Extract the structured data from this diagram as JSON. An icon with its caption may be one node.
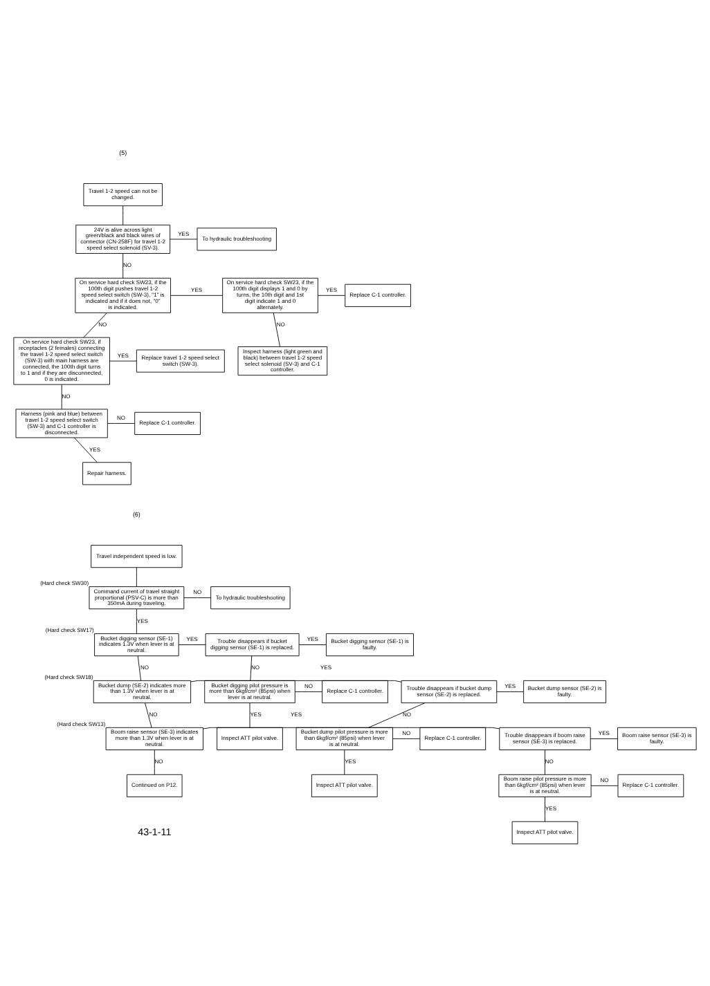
{
  "diagram": {
    "nodes": [
      {
        "text": [
          "Travel 1-2 speed can not be changed."
        ]
      },
      {
        "text": [
          "24V is alive across light green/black and black wires of connector (CN-258F) for travel 1-2 speed select solenoid (SV-3)."
        ]
      },
      {
        "text": [
          "To hydraulic troubleshooting"
        ]
      },
      {
        "text": [
          "On service hard check SW23, if the 100th digit pushes travel 1-2 speed select switch (SW-3), \"1\" is indicated and if it does not, \"0\" is indicated."
        ]
      },
      {
        "text": [
          "On service hard check SW23, if the 100th digit displays 1 and 0 by turns, the 10th digit and 1st digit indicate 1 and 0 alternately."
        ]
      },
      {
        "text": [
          "Replace C-1 controller."
        ]
      },
      {
        "text": [
          "Inspect harness (light green and black) between travel 1-2 speed select solenoid (SV-3) and C-1 controller."
        ]
      },
      {
        "text": [
          "On service hard check SW23, if receptacles (2 females) connecting the travel 1-2 speed select switch (SW-3) with main harness are connected, the 100th digit turns to 1 and if they are disconnected, 0 is indicated."
        ]
      },
      {
        "text": [
          "Replace travel 1-2 speed select switch (SW-3)."
        ]
      },
      {
        "text": [
          "Harness (pink and blue) between travel 1-2 speed select switch (SW-3) and C-1 controller is disconnected."
        ]
      },
      {
        "text": [
          "Replace C-1 controller."
        ]
      },
      {
        "text": [
          "Repair harness."
        ]
      },
      {
        "text": [
          "Travel independent speed is low."
        ]
      },
      {
        "text": [
          "Command current of travel straight proportional (PSV-C) is more than 350mA during traveling."
        ],
        "beside": [
          "(Hard check SW30)"
        ]
      },
      {
        "text": [
          "To hydraulic troubleshooting"
        ]
      },
      {
        "text": [
          "Bucket digging sensor (SE-1) indicates 1.3V when lever is at neutral."
        ],
        "beside": [
          "(Hard check SW17)"
        ]
      },
      {
        "text": [
          "Trouble disappears if bucket digging sensor (SE-1) is replaced."
        ]
      },
      {
        "text": [
          "Bucket digging sensor (SE-1) is faulty."
        ]
      },
      {
        "text": [
          "Bucket digging pilot pressure is more than 6kgf/cm² (85psi) when lever is at neutral."
        ]
      },
      {
        "text": [
          "Replace C-1 controller."
        ]
      },
      {
        "text": [
          "Inspect ATT pilot valve."
        ]
      },
      {
        "text": [
          "Bucket dump (SE-2) indicates more than 1.3V when lever is at neutral."
        ],
        "beside": [
          "(Hard check SW18)"
        ]
      },
      {
        "text": [
          "Trouble disappears if bucket dump sensor (SE-2) is replaced."
        ]
      },
      {
        "text": [
          "Bucket dump sensor (SE-2) is faulty."
        ]
      },
      {
        "text": [
          "Bucket dump pilot pressure is more than 6kgf/cm² (85psi) when lever is at neutral."
        ]
      },
      {
        "text": [
          "Replace C-1 controller."
        ]
      },
      {
        "text": [
          "Inspect ATT pilot valve."
        ]
      },
      {
        "text": [
          "Boom raise sensor (SE-3) indicates more than 1.3V when lever is at neutral."
        ],
        "beside": [
          "(Hard check SW13)"
        ]
      },
      {
        "text": [
          "Trouble disappears if boom raise sensor (SE-3) is replaced."
        ]
      },
      {
        "text": [
          "Boom raise sensor (SE-3) is faulty."
        ]
      },
      {
        "text": [
          "Boom raise pilot pressure is more than 6kgf/cm² (85psi) when lever is at neutral."
        ]
      },
      {
        "text": [
          "Replace C-1 controller."
        ]
      },
      {
        "text": [
          "Inspect ATT pilot valve."
        ]
      },
      {
        "text": [
          "Continued on P12."
        ]
      }
    ],
    "edges": [
      {
        "from": 0,
        "to": 1,
        "arrow": "none"
      },
      {
        "from": 1,
        "to": 2,
        "arrow": "none",
        "label": "YES"
      },
      {
        "from": 1,
        "to": 3,
        "arrow": "none",
        "label": "NO"
      },
      {
        "from": 3,
        "to": 4,
        "arrow": "none",
        "label": "YES"
      },
      {
        "from": 4,
        "to": 5,
        "arrow": "none",
        "label": "YES"
      },
      {
        "from": 4,
        "to": 6,
        "arrow": "none",
        "label": "NO"
      },
      {
        "from": 3,
        "to": 7,
        "arrow": "none",
        "label": "NO"
      },
      {
        "from": 7,
        "to": 8,
        "arrow": "none",
        "label": "YES"
      },
      {
        "from": 7,
        "to": 9,
        "arrow": "none",
        "label": "NO"
      },
      {
        "from": 9,
        "to": 10,
        "arrow": "none",
        "label": "NO"
      },
      {
        "from": 9,
        "to": 11,
        "arrow": "none",
        "label": "YES"
      },
      {
        "from": 12,
        "to": 13,
        "arrow": "none"
      },
      {
        "from": 13,
        "to": 14,
        "arrow": "none",
        "label": "NO"
      },
      {
        "from": 13,
        "to": 15,
        "arrow": "none",
        "label": "YES"
      },
      {
        "from": 15,
        "to": 16,
        "arrow": "none",
        "label": "YES"
      },
      {
        "from": 16,
        "to": 17,
        "arrow": "none",
        "label": "YES"
      },
      {
        "from": 16,
        "to": 18,
        "arrow": "none",
        "label": "NO"
      },
      {
        "from": 18,
        "to": 19,
        "arrow": "none",
        "label": "NO"
      },
      {
        "from": 18,
        "to": 20,
        "arrow": "none",
        "label": "YES"
      },
      {
        "from": 15,
        "to": 21,
        "arrow": "none",
        "label": "NO"
      },
      {
        "from": 21,
        "to": 22,
        "arrow": "none",
        "label": "YES"
      },
      {
        "from": 22,
        "to": 23,
        "arrow": "none",
        "label": "YES"
      },
      {
        "from": 22,
        "to": 24,
        "arrow": "none",
        "label": "NO"
      },
      {
        "from": 24,
        "to": 25,
        "arrow": "none",
        "label": "NO"
      },
      {
        "from": 24,
        "to": 26,
        "arrow": "none",
        "label": "YES"
      },
      {
        "from": 21,
        "to": 27,
        "arrow": "none",
        "label": "NO"
      },
      {
        "from": 27,
        "to": 28,
        "arrow": "none",
        "label": "YES"
      },
      {
        "from": 28,
        "to": 29,
        "arrow": "none",
        "label": "YES"
      },
      {
        "from": 28,
        "to": 30,
        "arrow": "none",
        "label": "NO"
      },
      {
        "from": 30,
        "to": 31,
        "arrow": "none",
        "label": "NO"
      },
      {
        "from": 30,
        "to": 32,
        "arrow": "none",
        "label": "YES"
      },
      {
        "from": 27,
        "to": 33,
        "arrow": "none",
        "label": "NO"
      }
    ],
    "labels": [
      "(5)",
      "(6)",
      "43-1-11"
    ]
  }
}
